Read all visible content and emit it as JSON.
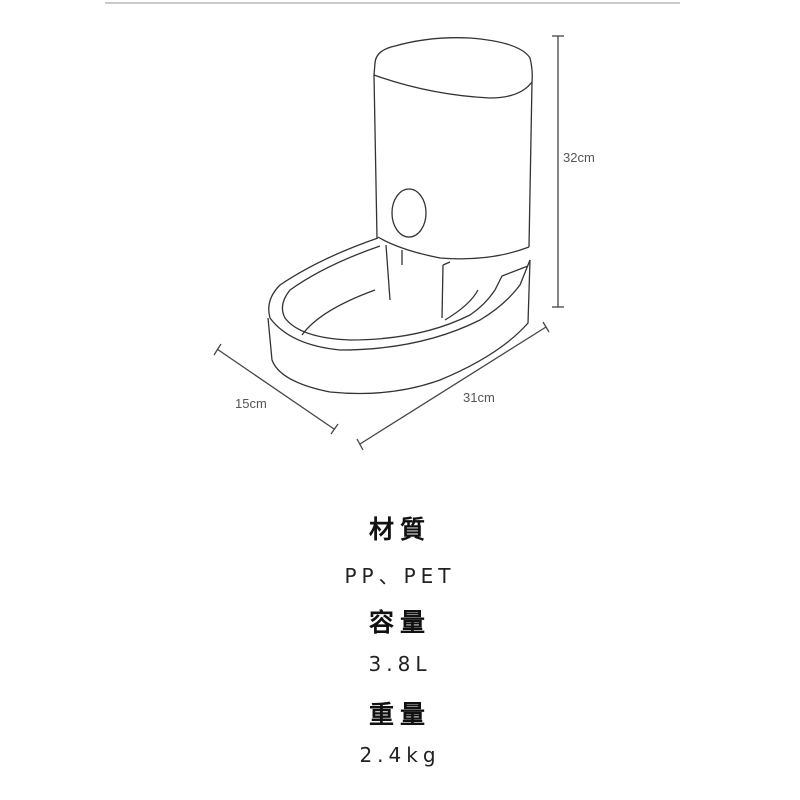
{
  "dimensions": {
    "height": "32cm",
    "depth": "15cm",
    "width": "31cm"
  },
  "specs": [
    {
      "label": "材質",
      "value": "PP、PET"
    },
    {
      "label": "容量",
      "value": "3.8L"
    },
    {
      "label": "重量",
      "value": "2.4kg"
    }
  ]
}
